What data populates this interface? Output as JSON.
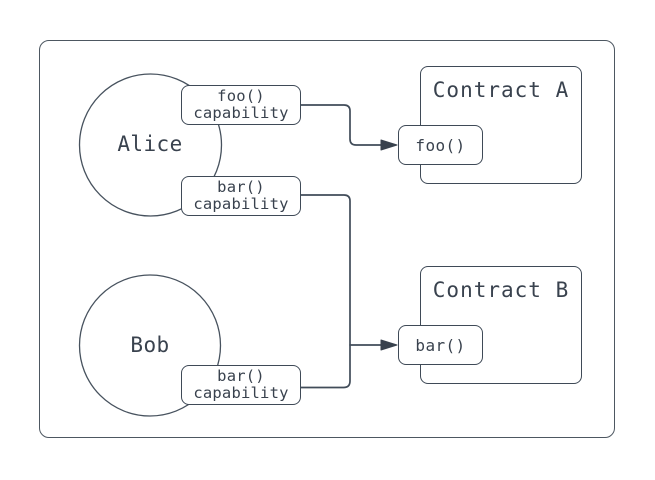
{
  "diagram": {
    "actors": [
      {
        "name": "Alice"
      },
      {
        "name": "Bob"
      }
    ],
    "capabilities": [
      {
        "function": "foo()",
        "label": "capability",
        "owner": "Alice"
      },
      {
        "function": "bar()",
        "label": "capability",
        "owner": "Alice"
      },
      {
        "function": "bar()",
        "label": "capability",
        "owner": "Bob"
      }
    ],
    "contracts": [
      {
        "title": "Contract A",
        "function": "foo()"
      },
      {
        "title": "Contract B",
        "function": "bar()"
      }
    ],
    "connections": [
      {
        "from": "foo() capability (Alice)",
        "to": "foo() in Contract A"
      },
      {
        "from": "bar() capability (Alice)",
        "to": "bar() in Contract B"
      },
      {
        "from": "bar() capability (Bob)",
        "to": "bar() in Contract B"
      }
    ],
    "colors": {
      "stroke": "#414c59",
      "text": "#39424e",
      "outer_border": "#4d5761",
      "background": "#ffffff"
    }
  }
}
